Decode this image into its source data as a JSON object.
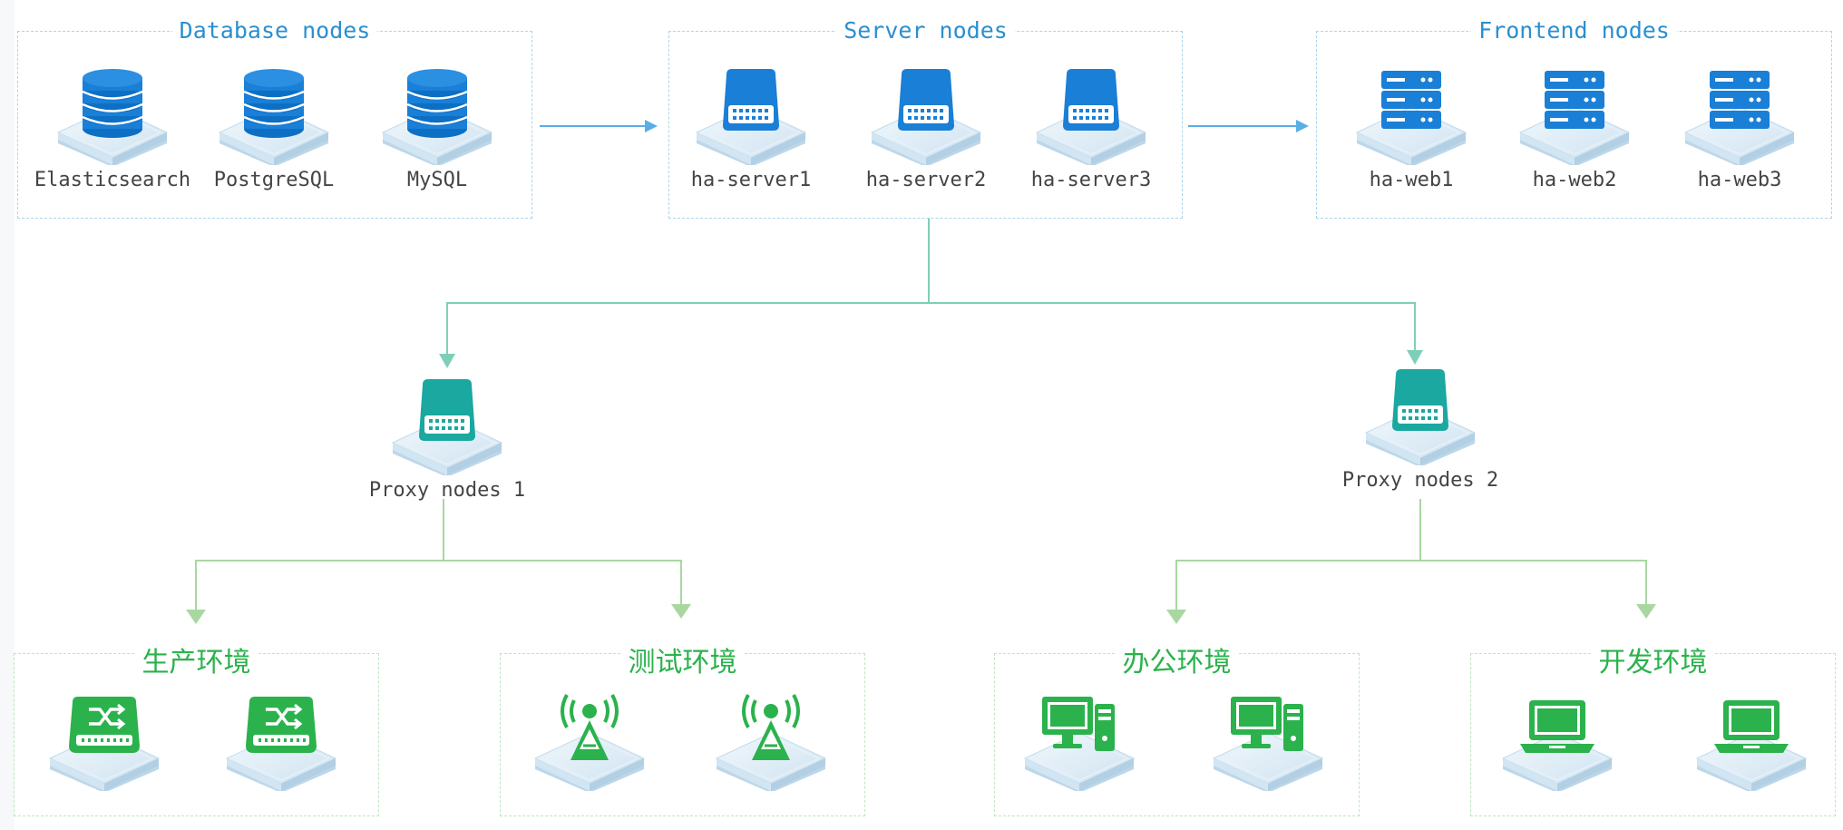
{
  "groups": {
    "database": {
      "title": "Database nodes",
      "nodes": [
        {
          "label": "Elasticsearch",
          "icon": "database-icon"
        },
        {
          "label": "PostgreSQL",
          "icon": "database-icon"
        },
        {
          "label": "MySQL",
          "icon": "database-icon"
        }
      ]
    },
    "server": {
      "title": "Server nodes",
      "nodes": [
        {
          "label": "ha-server1",
          "icon": "server-icon"
        },
        {
          "label": "ha-server2",
          "icon": "server-icon"
        },
        {
          "label": "ha-server3",
          "icon": "server-icon"
        }
      ]
    },
    "frontend": {
      "title": "Frontend nodes",
      "nodes": [
        {
          "label": "ha-web1",
          "icon": "rack-server-icon"
        },
        {
          "label": "ha-web2",
          "icon": "rack-server-icon"
        },
        {
          "label": "ha-web3",
          "icon": "rack-server-icon"
        }
      ]
    },
    "production": {
      "title": "生产环境",
      "icon": "network-switch-icon"
    },
    "testing": {
      "title": "测试环境",
      "icon": "signal-tower-icon"
    },
    "office": {
      "title": "办公环境",
      "icon": "desktop-computer-icon"
    },
    "development": {
      "title": "开发环境",
      "icon": "laptop-icon"
    }
  },
  "proxies": [
    {
      "label": "Proxy nodes 1",
      "icon": "proxy-server-icon"
    },
    {
      "label": "Proxy nodes 2",
      "icon": "proxy-server-icon"
    }
  ],
  "colors": {
    "blue": "#1a7fd6",
    "teal": "#1aa8a0",
    "green": "#2bb24c",
    "blue_line": "#5aaee6",
    "teal_line": "#7fcfb8",
    "green_line": "#a8d8a0"
  }
}
